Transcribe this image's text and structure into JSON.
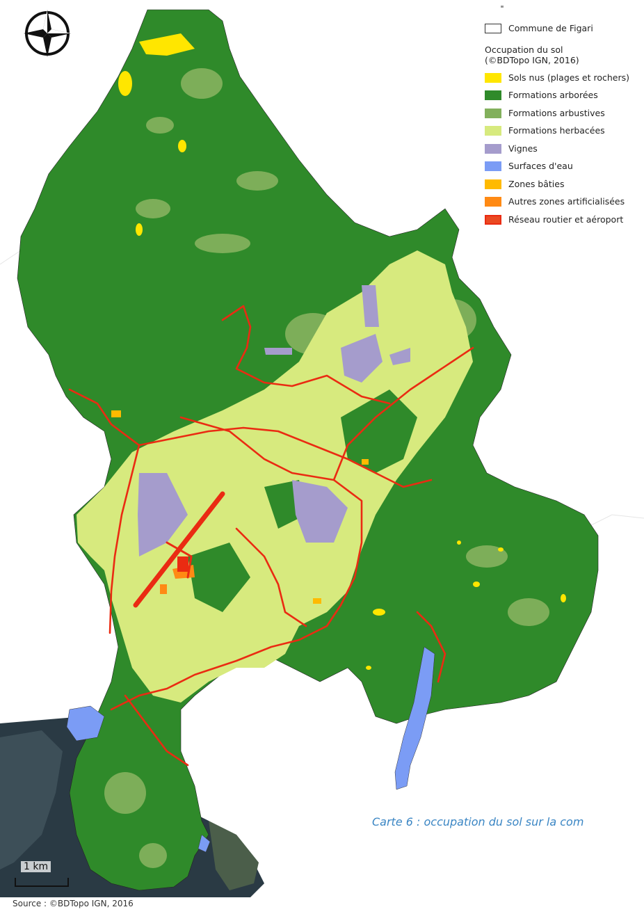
{
  "legend": {
    "commune": {
      "label": "Commune de Figari",
      "color": "#ffffff"
    },
    "group_title_line1": "Occupation du sol",
    "group_title_line2": "(©BDTopo IGN, 2016)",
    "items": [
      {
        "label": "Sols nus (plages et rochers)",
        "color": "#ffe600"
      },
      {
        "label": "Formations arborées",
        "color": "#2f8a2a"
      },
      {
        "label": "Formations arbustives",
        "color": "#82b05c"
      },
      {
        "label": "Formations herbacées",
        "color": "#d7ea7e"
      },
      {
        "label": "Vignes",
        "color": "#a59ccc"
      },
      {
        "label": "Surfaces d'eau",
        "color": "#7b9cf5"
      },
      {
        "label": "Zones bâties",
        "color": "#ffba00"
      },
      {
        "label": "Autres zones artificialisées",
        "color": "#ff8a14"
      },
      {
        "label": "Réseau routier et aéroport",
        "color": "#ea2b12"
      }
    ]
  },
  "caption": "Carte 6 : occupation du sol sur la com",
  "scale_label": "1 km",
  "source": "Source : ©BDTopo IGN, 2016",
  "compass_icon": "north-arrow-compass-icon",
  "colors": {
    "forest": "#2f8a2a",
    "shrub": "#82b05c",
    "grass": "#d7ea7e",
    "vine": "#a59ccc",
    "water": "#7b9cf5",
    "built": "#ffba00",
    "artificial": "#ff8a14",
    "road": "#ea2b12",
    "bare": "#ffe600",
    "sea": "#263a4a"
  }
}
